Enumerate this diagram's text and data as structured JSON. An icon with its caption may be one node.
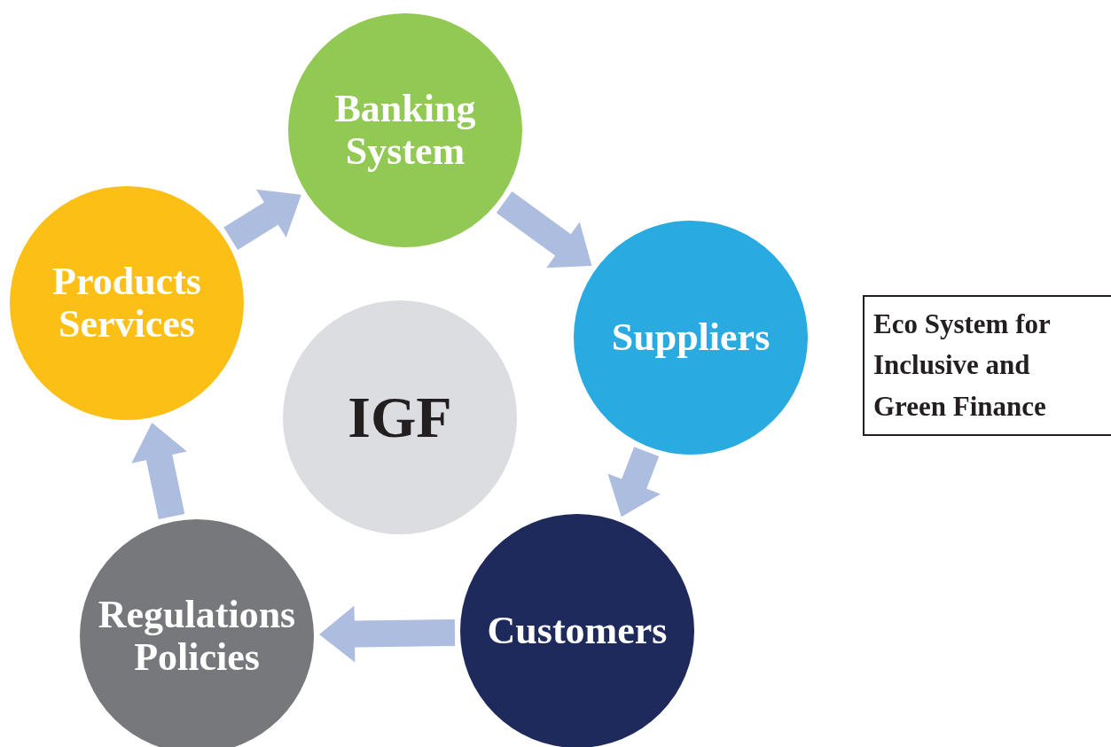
{
  "diagram": {
    "nodes": [
      {
        "text": [
          "Banking System"
        ]
      },
      {
        "text": [
          "Suppliers"
        ]
      },
      {
        "text": [
          "Customers"
        ]
      },
      {
        "text": [
          "Regulations Policies"
        ]
      },
      {
        "text": [
          "Products Services"
        ]
      },
      {
        "text": [
          "IGF"
        ]
      },
      {
        "text": [
          "Eco System for Inclusive and Green Finance"
        ]
      }
    ],
    "edges": [
      {
        "from": 4,
        "to": 0,
        "arrow": "to"
      },
      {
        "from": 0,
        "to": 1,
        "arrow": "to"
      },
      {
        "from": 1,
        "to": 2,
        "arrow": "to"
      },
      {
        "from": 2,
        "to": 3,
        "arrow": "to"
      },
      {
        "from": 3,
        "to": 4,
        "arrow": "to"
      }
    ]
  }
}
